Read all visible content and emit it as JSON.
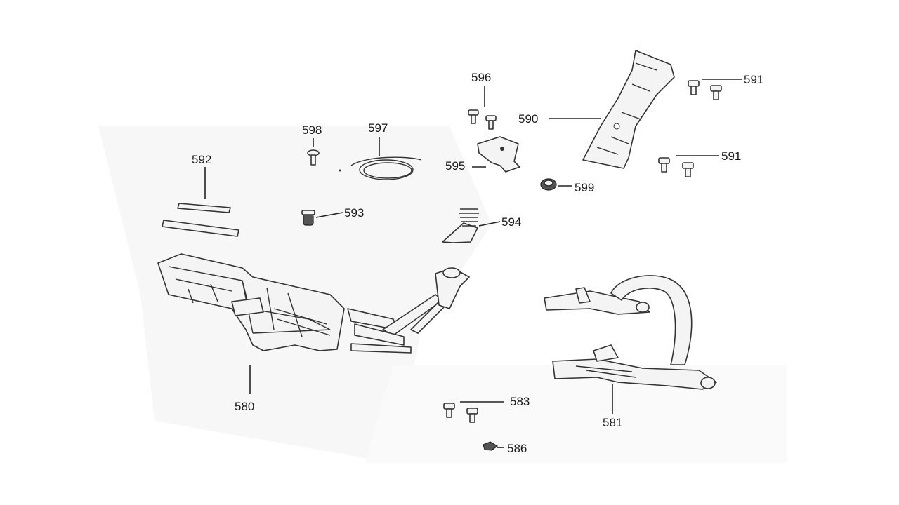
{
  "callouts": [
    {
      "id": "580",
      "text": "580"
    },
    {
      "id": "581",
      "text": "581"
    },
    {
      "id": "583",
      "text": "583"
    },
    {
      "id": "586",
      "text": "586"
    },
    {
      "id": "590",
      "text": "590"
    },
    {
      "id": "591a",
      "text": "591"
    },
    {
      "id": "591b",
      "text": "591"
    },
    {
      "id": "592",
      "text": "592"
    },
    {
      "id": "593",
      "text": "593"
    },
    {
      "id": "594",
      "text": "594"
    },
    {
      "id": "595",
      "text": "595"
    },
    {
      "id": "596",
      "text": "596"
    },
    {
      "id": "597",
      "text": "597"
    },
    {
      "id": "598",
      "text": "598"
    },
    {
      "id": "599",
      "text": "599"
    }
  ]
}
